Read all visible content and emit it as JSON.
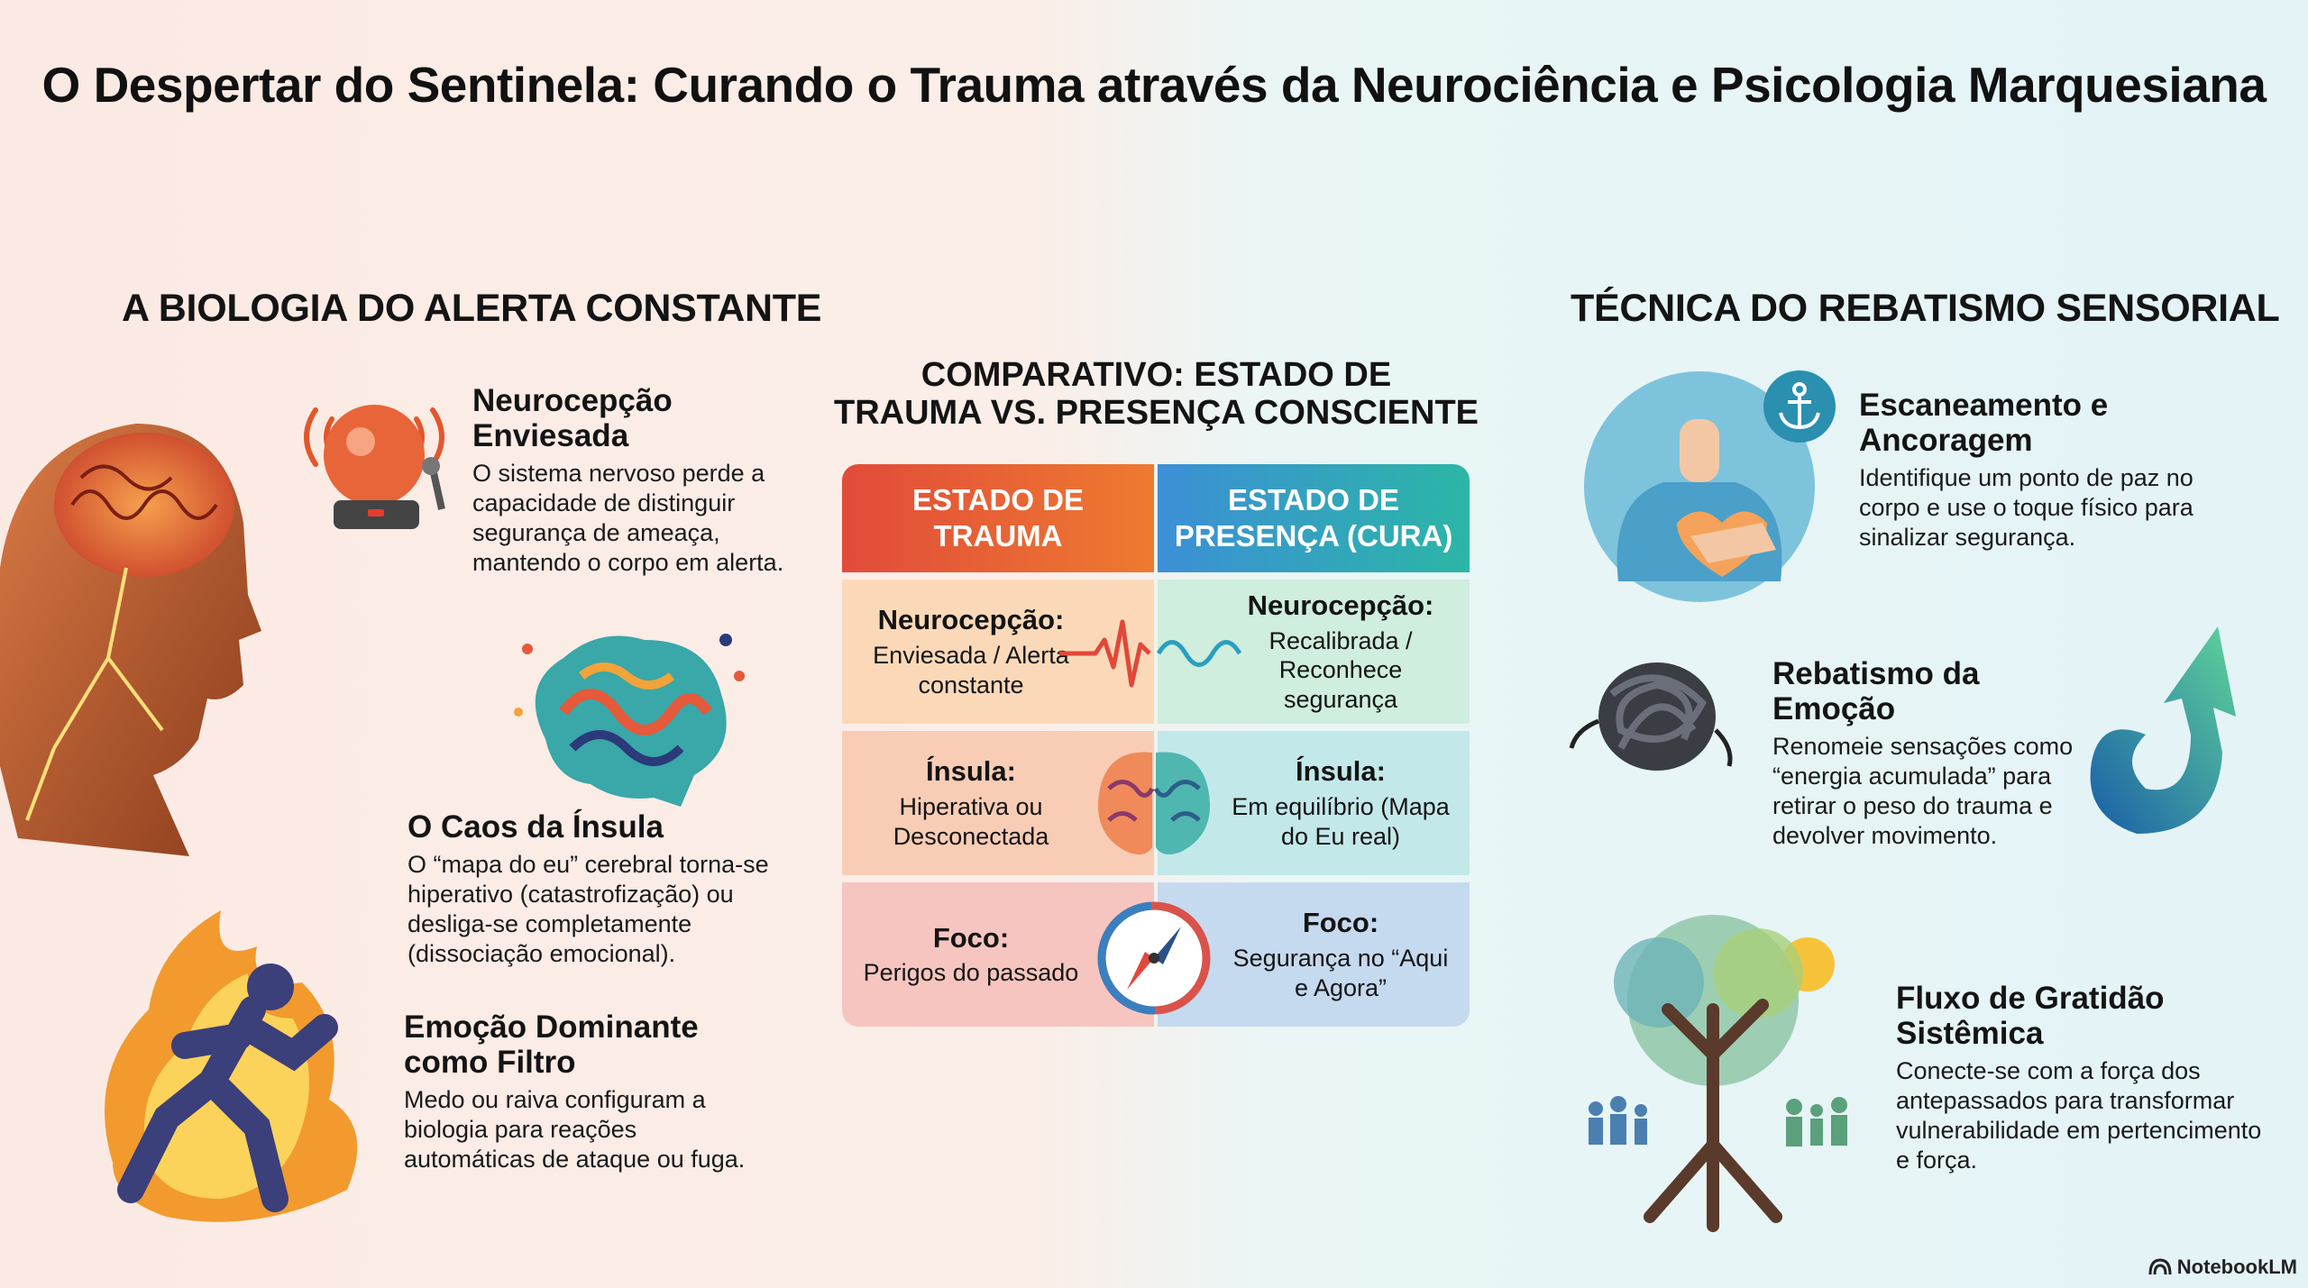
{
  "title": "O Despertar do Sentinela: Curando o Trauma através da Neurociência e Psicologia Marquesiana",
  "left": {
    "heading": "A BIOLOGIA DO ALERTA CONSTANTE",
    "items": [
      {
        "title": "Neurocepção Enviesada",
        "text": "O sistema nervoso perde a capacidade de distinguir segurança de ameaça, mantendo o corpo em alerta."
      },
      {
        "title": "O Caos da Ínsula",
        "text": "O “mapa do eu” cerebral torna-se hiperativo (catastrofização) ou desliga-se completamente (dissociação emocional)."
      },
      {
        "title": "Emoção Dominante como Filtro",
        "text": "Medo ou raiva configuram a biologia para reações automáticas de ataque ou fuga."
      }
    ]
  },
  "center": {
    "heading_line1": "COMPARATIVO: ESTADO DE",
    "heading_line2": "TRAUMA VS. PRESENÇA CONSCIENTE",
    "col_left_header": "ESTADO DE TRAUMA",
    "col_right_header": "ESTADO DE PRESENÇA (CURA)",
    "rows": [
      {
        "label_left": "Neurocepção:",
        "left": "Enviesada / Alerta constante",
        "label_right": "Neurocepção:",
        "right": "Recalibrada / Reconhece segurança"
      },
      {
        "label_left": "Ínsula:",
        "left": "Hiperativa ou Desconectada",
        "label_right": "Ínsula:",
        "right": "Em equilíbrio (Mapa do Eu real)"
      },
      {
        "label_left": "Foco:",
        "left": "Perigos do passado",
        "label_right": "Foco:",
        "right": "Segurança no “Aqui e Agora”"
      }
    ]
  },
  "right": {
    "heading": "TÉCNICA DO REBATISMO SENSORIAL",
    "items": [
      {
        "title": "Escaneamento e Ancoragem",
        "text": "Identifique um ponto de paz no corpo e use o toque físico para sinalizar segurança."
      },
      {
        "title": "Rebatismo da Emoção",
        "text": "Renomeie sensações como “energia acumulada” para retirar o peso do trauma e devolver movimento."
      },
      {
        "title": "Fluxo de Gratidão Sistêmica",
        "text": "Conecte-se com a força dos antepassados para transformar vulnerabilidade em pertencimento e força."
      }
    ]
  },
  "brand": "NotebookLM",
  "colors": {
    "trauma": "#e14b3a",
    "presence": "#2bb6a6"
  },
  "icons": [
    "human-head-brain-icon",
    "alarm-bell-icon",
    "brain-chaos-icon",
    "running-fire-figure-icon",
    "heartbeat-wave-icon",
    "split-brain-icon",
    "compass-icon",
    "heart-hand-person-icon",
    "anchor-icon",
    "tangled-knot-icon",
    "water-arrow-icon",
    "family-tree-icon"
  ]
}
